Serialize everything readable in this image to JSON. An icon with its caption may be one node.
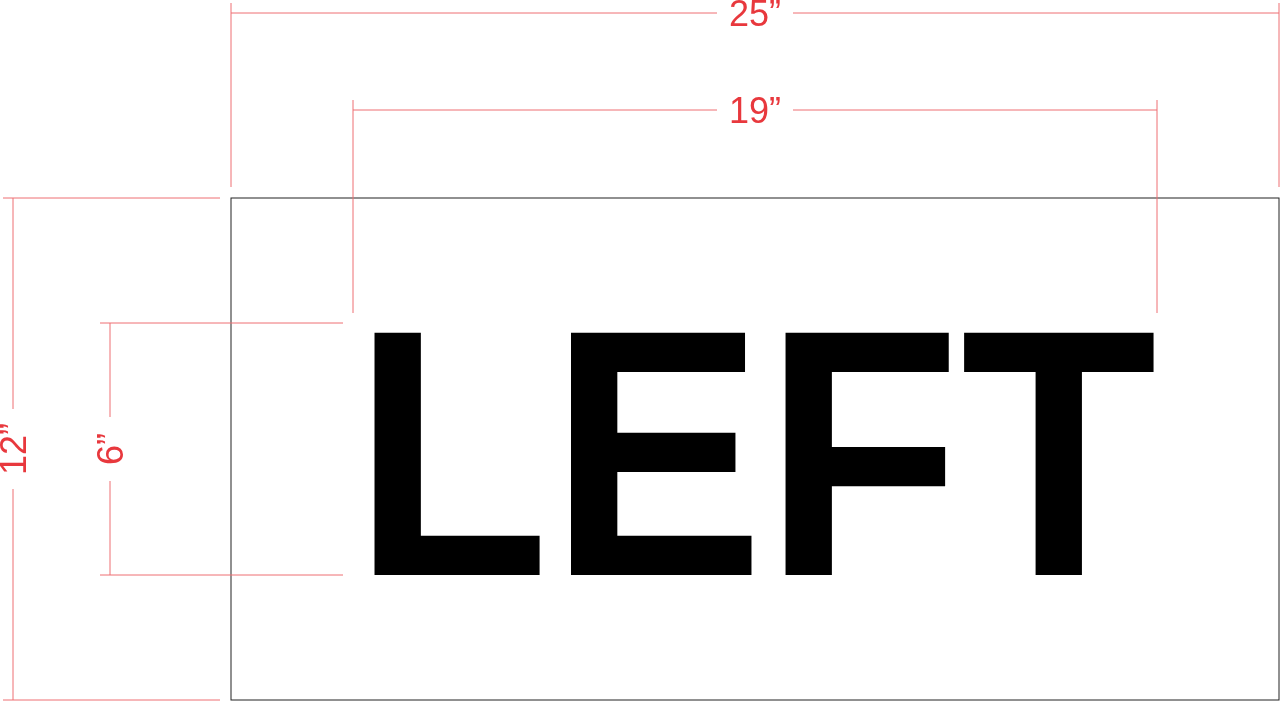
{
  "diagram": {
    "labels": [
      "25”",
      "19”",
      "12”",
      "6”",
      "LEFT"
    ]
  }
}
